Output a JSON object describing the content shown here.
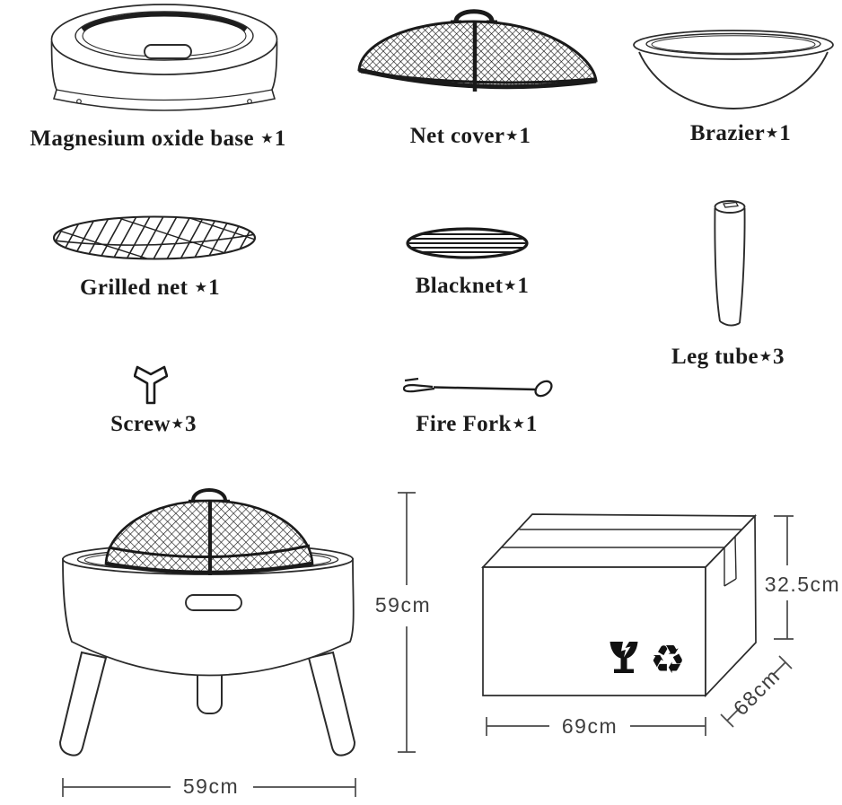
{
  "figure": {
    "background": "#ffffff",
    "line_color": "#2b2b2b",
    "label_color": "#1b1b1b",
    "dim_color": "#3d3d3d"
  },
  "parts": [
    {
      "name": "Magnesium oxide base",
      "label": "Magnesium oxide base ⋆1"
    },
    {
      "name": "Net cover",
      "label": "Net cover⋆1"
    },
    {
      "name": "Brazier",
      "label": "Brazier⋆1"
    },
    {
      "name": "Grilled net",
      "label": "Grilled net ⋆1"
    },
    {
      "name": "Blacknet",
      "label": "Blacknet⋆1"
    },
    {
      "name": "Leg tube",
      "label": "Leg tube⋆3"
    },
    {
      "name": "Screw",
      "label": "Screw⋆3"
    },
    {
      "name": "Fire Fork",
      "label": "Fire Fork⋆1"
    }
  ],
  "assembled_dimensions": {
    "height": "59cm",
    "width": "59cm"
  },
  "package_dimensions": {
    "height": "32.5cm",
    "width": "69cm",
    "depth": "68cm"
  },
  "icons": {
    "recycle_glyph": "♻",
    "fragile": "fragile-glass-icon",
    "recycle": "recycle-icon"
  }
}
